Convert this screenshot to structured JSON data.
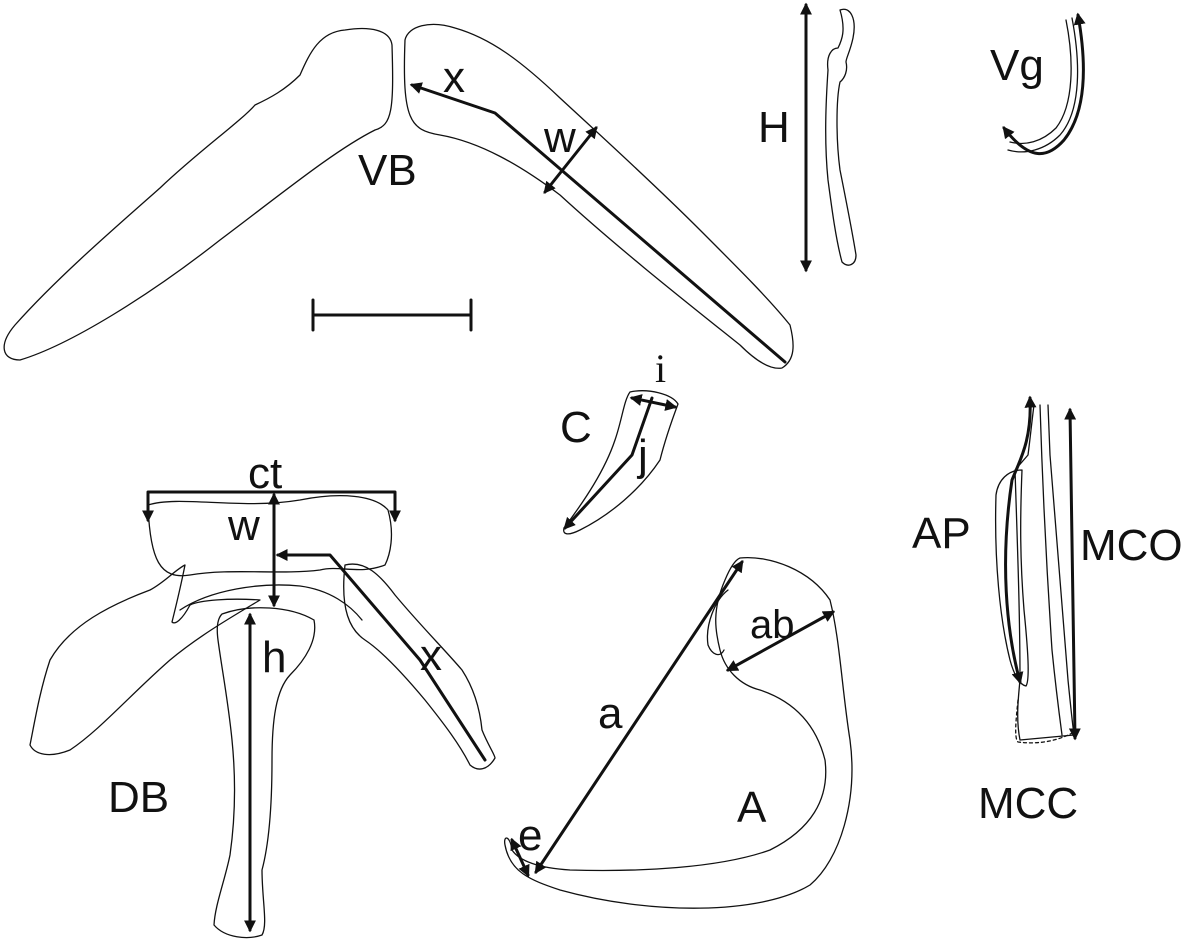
{
  "labels": {
    "vb": "VB",
    "vb_x": "x",
    "vb_w": "w",
    "h_big": "H",
    "vg": "Vg",
    "c": "C",
    "c_i": "i",
    "c_j": "j",
    "ct": "ct",
    "db_w": "w",
    "db_h": "h",
    "db_x": "x",
    "db": "DB",
    "a": "a",
    "ab": "ab",
    "e": "e",
    "a_big": "A",
    "ap": "AP",
    "mco": "MCO",
    "mcc": "MCC"
  },
  "colors": {
    "ink": "#111111",
    "background": "#ffffff"
  }
}
